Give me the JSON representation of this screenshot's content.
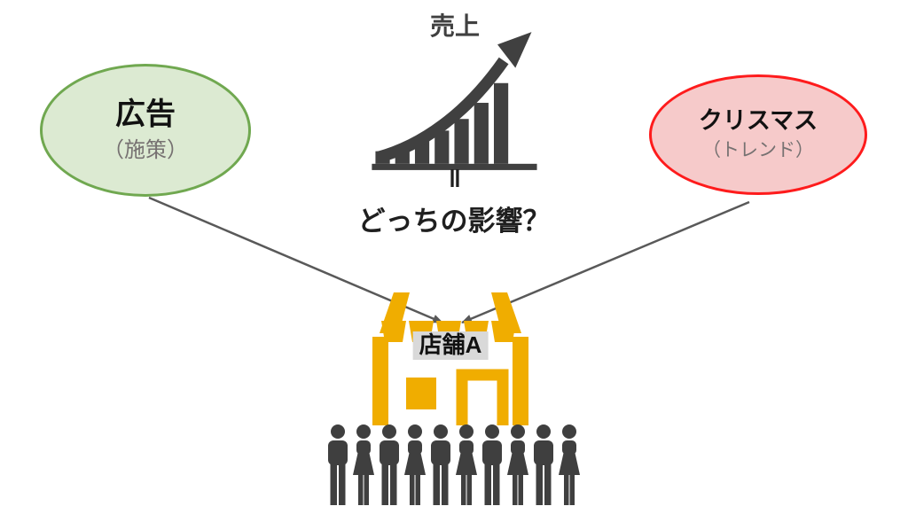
{
  "colors": {
    "dark": "#404040",
    "text": "#1f1f1f",
    "gray_text": "#767171",
    "arrow": "#595959",
    "green_fill": "#dcead2",
    "green_border": "#70a850",
    "red_fill": "#f6caca",
    "red_border": "#fe1b1c",
    "yellow": "#f0ad00",
    "label_bg": "#d9d9d9",
    "crowd": "#3f3f3f"
  },
  "chart": {
    "label": "売上"
  },
  "comparison": {
    "equals": "‖",
    "question": "どっちの影響？"
  },
  "left_bubble": {
    "label": "広告",
    "sublabel": "（施策）"
  },
  "right_bubble": {
    "label": "クリスマス",
    "sublabel": "（トレンド）"
  },
  "store": {
    "label": "店舗A"
  },
  "crowd": {
    "figures": [
      "man",
      "woman",
      "man",
      "woman",
      "man",
      "woman",
      "man",
      "woman",
      "man",
      "woman"
    ]
  }
}
